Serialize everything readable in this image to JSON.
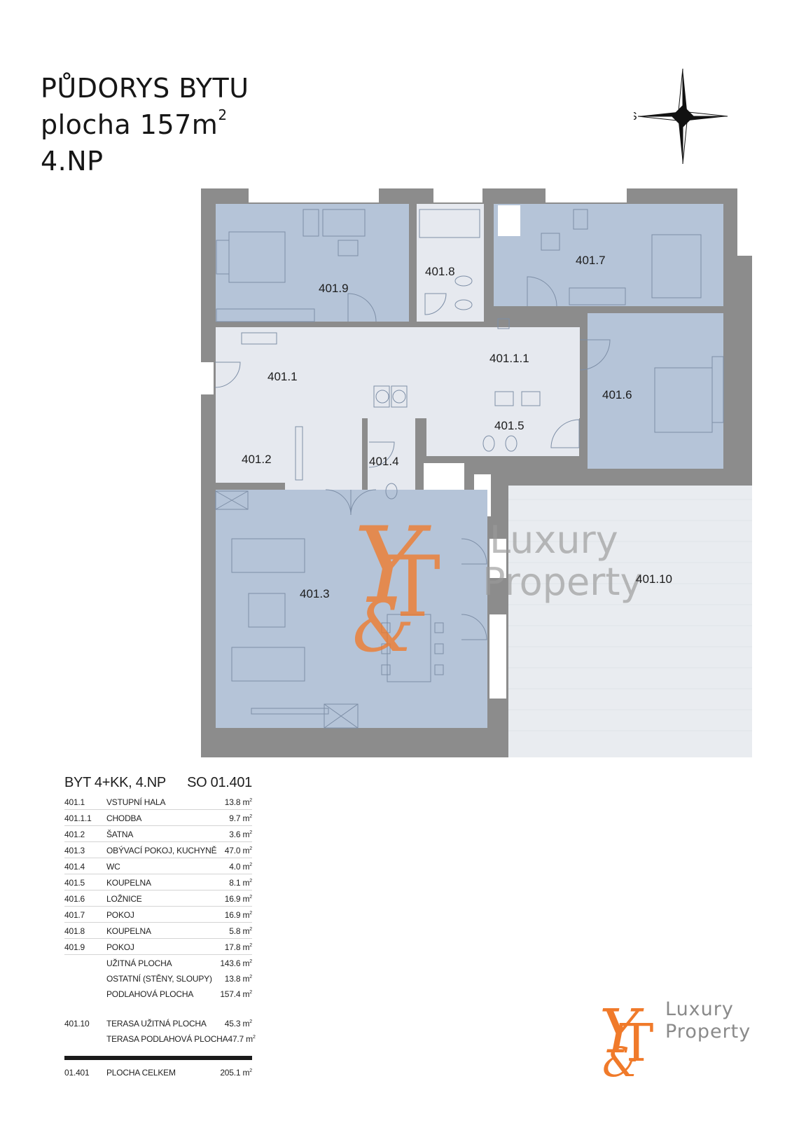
{
  "header": {
    "title_line1": "PŮDORYS BYTU",
    "title_line2": "plocha 157m",
    "title_line2_sup": "2",
    "title_line3": "4.NP"
  },
  "compass": {
    "label": "S"
  },
  "plan": {
    "rooms": {
      "r401_1": "401.1",
      "r401_1_1": "401.1.1",
      "r401_2": "401.2",
      "r401_3": "401.3",
      "r401_4": "401.4",
      "r401_5": "401.5",
      "r401_6": "401.6",
      "r401_7": "401.7",
      "r401_8": "401.8",
      "r401_9": "401.9",
      "r401_10": "401.10"
    },
    "watermark": {
      "line1": "Luxury",
      "line2": "Property"
    },
    "colors": {
      "room_fill": "#b5c4d8",
      "hall_fill": "#e6e9ef",
      "wall": "#8c8c8c",
      "terrace": "#e9ecf0"
    }
  },
  "schedule": {
    "header_left": "BYT 4+KK, 4.NP",
    "header_right": "SO 01.401",
    "rows": [
      {
        "code": "401.1",
        "name": "VSTUPNÍ HALA",
        "area": "13.8 m"
      },
      {
        "code": "401.1.1",
        "name": "CHODBA",
        "area": "9.7 m"
      },
      {
        "code": "401.2",
        "name": "ŠATNA",
        "area": "3.6 m"
      },
      {
        "code": "401.3",
        "name": "OBÝVACÍ POKOJ, KUCHYNĚ",
        "area": "47.0 m"
      },
      {
        "code": "401.4",
        "name": "WC",
        "area": "4.0 m"
      },
      {
        "code": "401.5",
        "name": "KOUPELNA",
        "area": "8.1 m"
      },
      {
        "code": "401.6",
        "name": "LOŽNICE",
        "area": "16.9 m"
      },
      {
        "code": "401.7",
        "name": "POKOJ",
        "area": "16.9 m"
      },
      {
        "code": "401.8",
        "name": "KOUPELNA",
        "area": "5.8 m"
      },
      {
        "code": "401.9",
        "name": "POKOJ",
        "area": "17.8 m"
      }
    ],
    "summary": [
      {
        "code": "",
        "name": "UŽITNÁ PLOCHA",
        "area": "143.6 m"
      },
      {
        "code": "",
        "name": "OSTATNÍ (STĚNY, SLOUPY)",
        "area": "13.8 m"
      },
      {
        "code": "",
        "name": "PODLAHOVÁ PLOCHA",
        "area": "157.4 m"
      }
    ],
    "terrace": [
      {
        "code": "401.10",
        "name": "TERASA UŽITNÁ PLOCHA",
        "area": "45.3 m"
      },
      {
        "code": "",
        "name": "TERASA PODLAHOVÁ PLOCHA",
        "area": "47.7 m"
      }
    ],
    "total": {
      "code": "01.401",
      "name": "PLOCHA CELKEM",
      "area": "205.1 m"
    },
    "unit_sup": "2"
  },
  "logo": {
    "line1": "Luxury",
    "line2": "Property",
    "colors": {
      "orange": "#f07a2a",
      "gray": "#8a8a8a"
    }
  }
}
